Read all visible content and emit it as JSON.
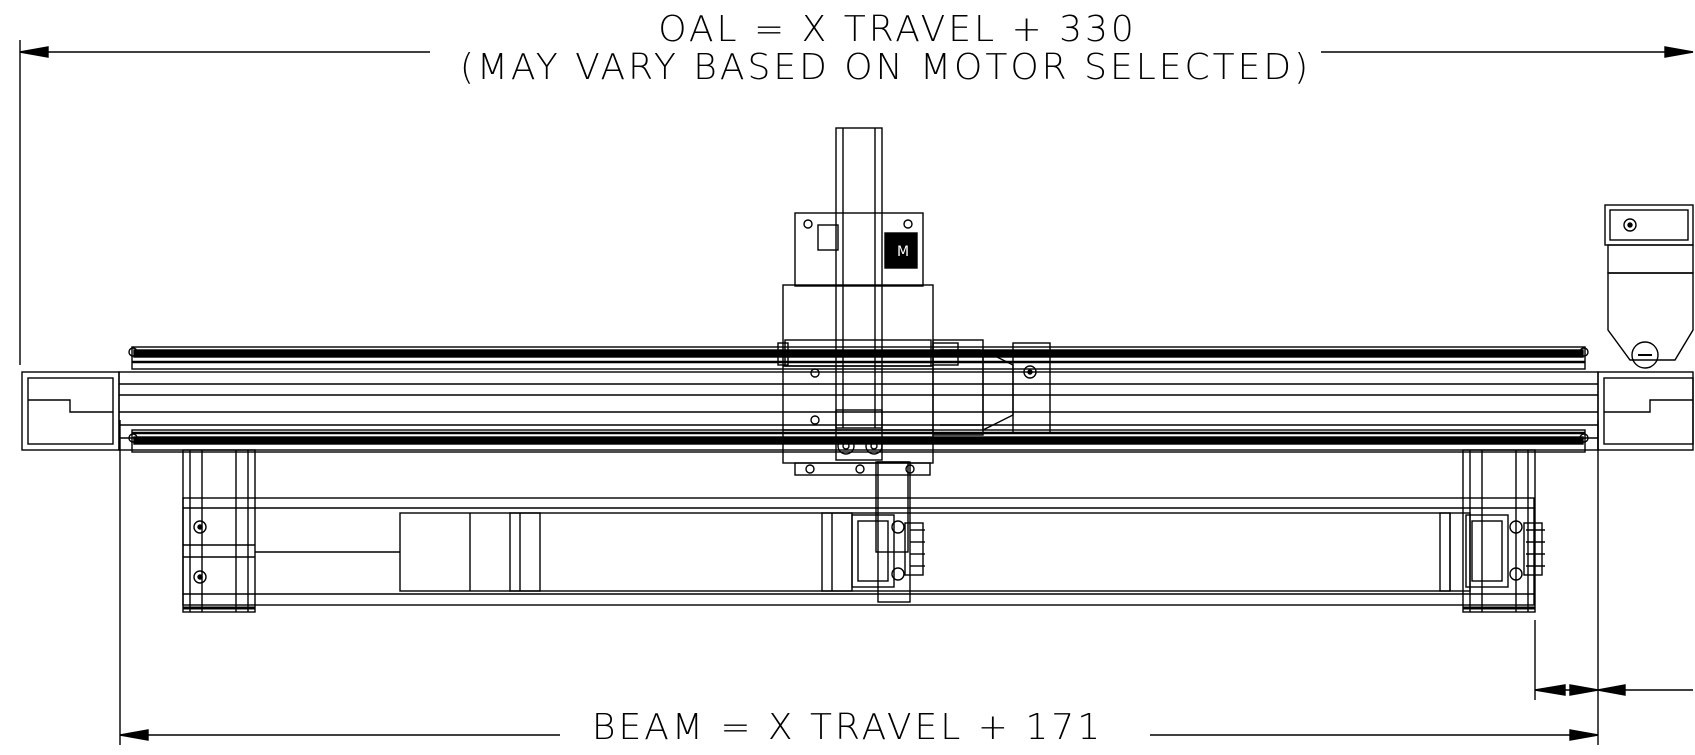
{
  "dimensions": {
    "oal_line1": "OAL = X TRAVEL + 330",
    "oal_line2": "(MAY VARY BASED ON MOTOR SELECTED)",
    "beam_label": "BEAM = X TRAVEL + 171"
  },
  "colors": {
    "line": "#000000",
    "background": "#ffffff"
  }
}
